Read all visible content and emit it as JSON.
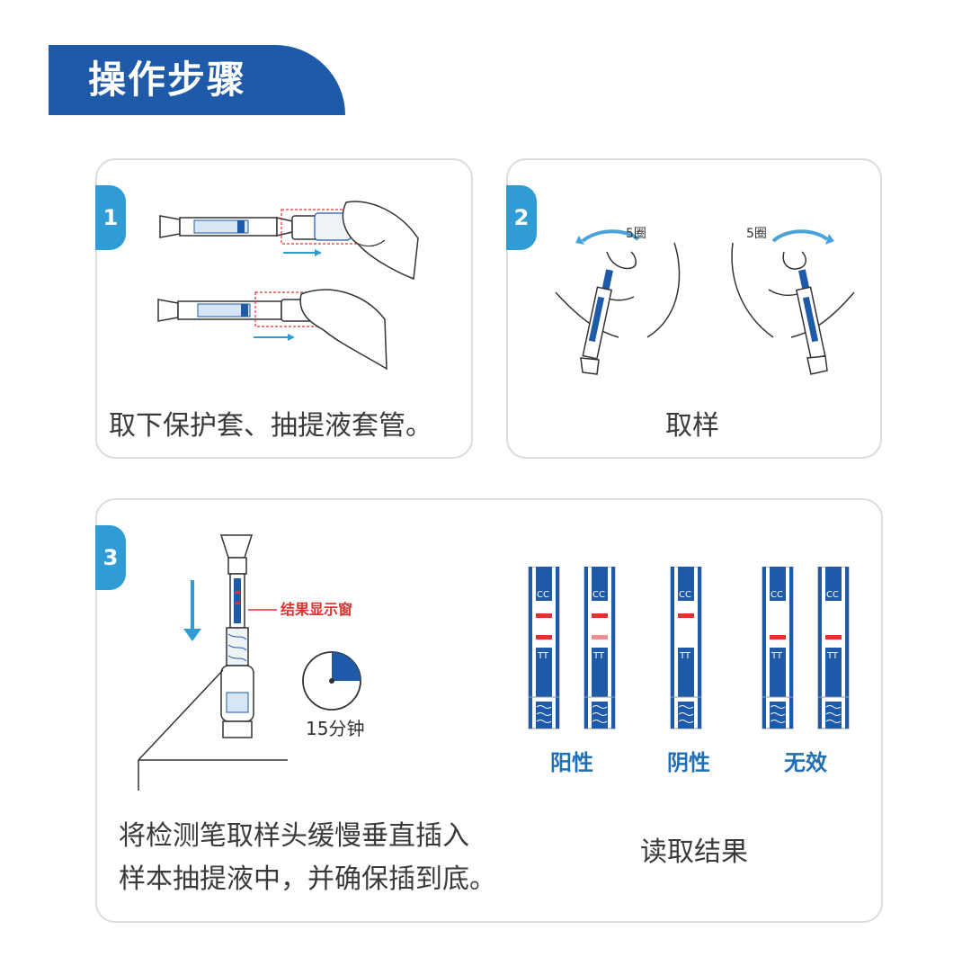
{
  "header": {
    "title": "操作步骤"
  },
  "steps": [
    {
      "number": "1",
      "caption": "取下保护套、抽提液套管。"
    },
    {
      "number": "2",
      "caption": "取样",
      "labels": [
        "5圈",
        "5圈"
      ]
    },
    {
      "number": "3",
      "caption_lines": [
        "将检测笔取样头缓慢垂直插入",
        "样本抽提液中，并确保插到底。"
      ],
      "window_label": "结果显示窗",
      "timer_label": "15分钟",
      "read_caption": "读取结果",
      "strip_text": {
        "control": "CC",
        "test": "TT"
      },
      "results": [
        {
          "label": "阳性"
        },
        {
          "label": "阴性"
        },
        {
          "label": "无效"
        }
      ]
    }
  ],
  "colors": {
    "accent": "#1f5aa8",
    "badge": "#2f9cd6",
    "line_red": "#e0322f",
    "card_border": "#dcdcdc"
  }
}
